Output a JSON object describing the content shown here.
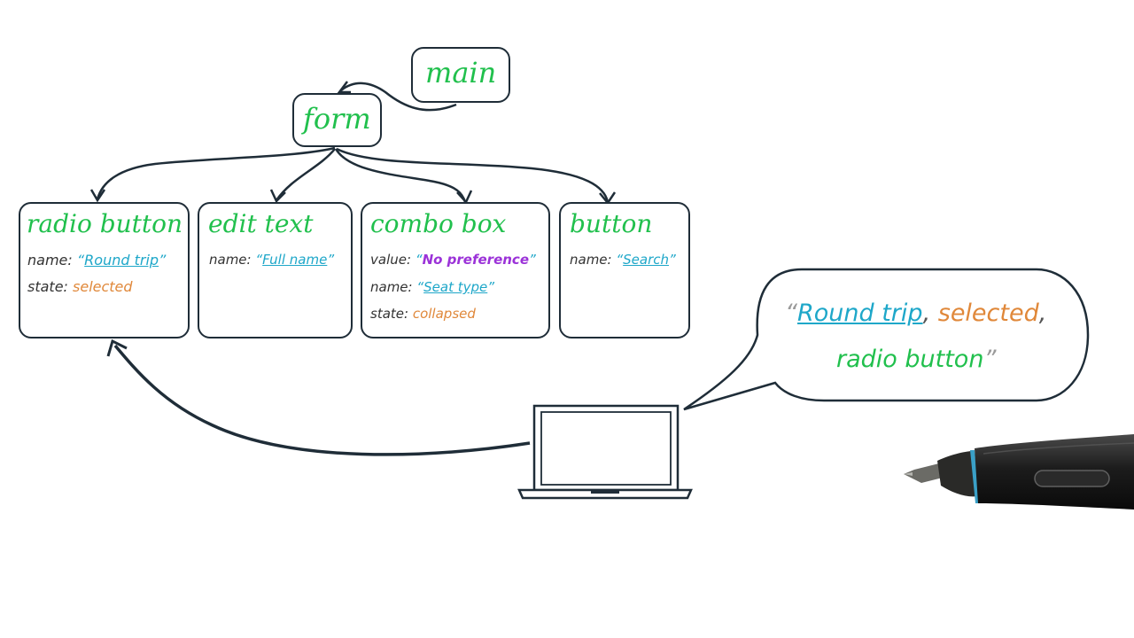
{
  "diagram": {
    "nodes": {
      "main": {
        "title": "main"
      },
      "form": {
        "title": "form"
      },
      "radio_button": {
        "title": "radio button",
        "name_label": "name:",
        "name_value": "Round trip",
        "state_label": "state:",
        "state_value": "selected"
      },
      "edit_text": {
        "title": "edit text",
        "name_label": "name:",
        "name_value": "Full name"
      },
      "combo_box": {
        "title": "combo box",
        "value_label": "value:",
        "value_value": "No preference",
        "name_label": "name:",
        "name_value": "Seat type",
        "state_label": "state:",
        "state_value": "collapsed"
      },
      "button": {
        "title": "button",
        "name_label": "name:",
        "name_value": "Search"
      }
    },
    "speech_bubble": {
      "open_quote": "“",
      "part1": "Round trip",
      "sep1": ",",
      "part2": "selected",
      "sep2": ",",
      "part3": "radio button",
      "close_quote": "”"
    },
    "quote_open": "“",
    "quote_close": "”",
    "colors": {
      "green": "#21c04d",
      "teal": "#1ea7c9",
      "orange": "#e0883a",
      "purple": "#9b32d8",
      "ink": "#1f2d38"
    },
    "icons": [
      "laptop-icon",
      "stylus-pen-icon",
      "speech-bubble-icon"
    ]
  }
}
